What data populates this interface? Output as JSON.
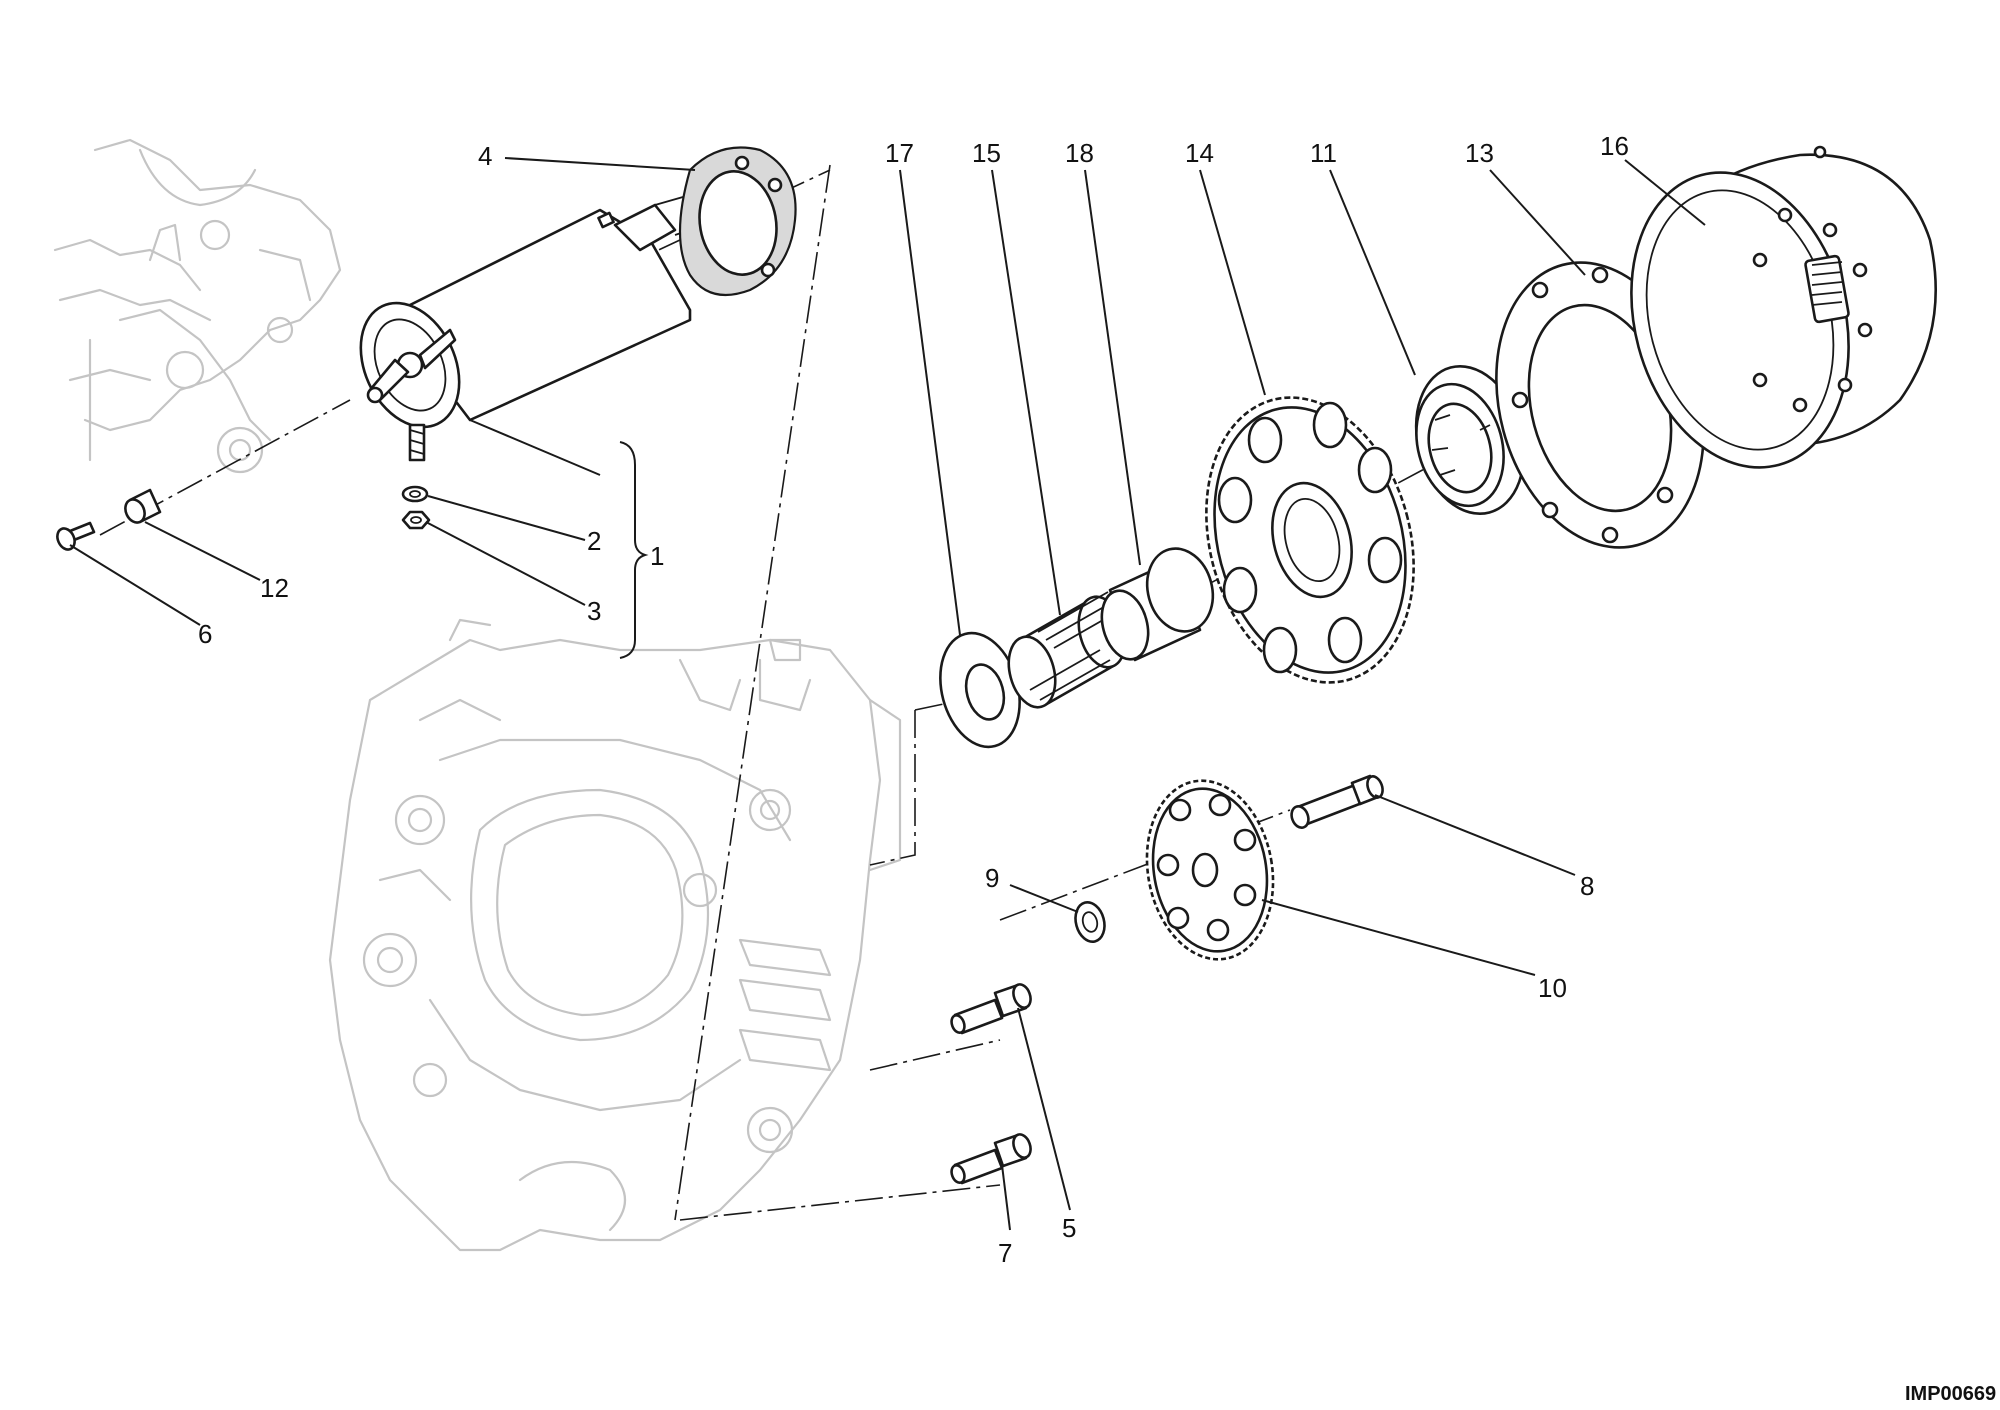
{
  "callouts": {
    "c1": "1",
    "c2": "2",
    "c3": "3",
    "c4": "4",
    "c5": "5",
    "c6": "6",
    "c7": "7",
    "c8": "8",
    "c9": "9",
    "c10": "10",
    "c11": "11",
    "c12": "12",
    "c13": "13",
    "c14": "14",
    "c15": "15",
    "c16": "16",
    "c17": "17",
    "c18": "18"
  },
  "drawing_code": "IMP00669"
}
